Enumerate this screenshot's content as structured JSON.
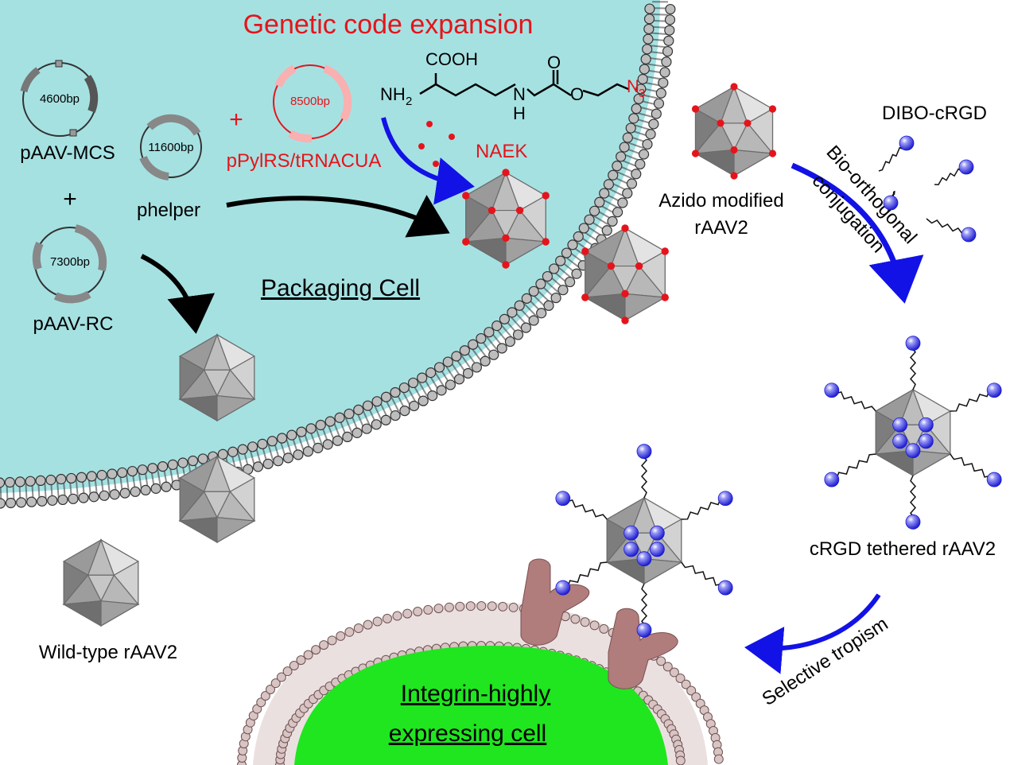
{
  "title": "Genetic code expansion",
  "plasmids": {
    "mcs": {
      "size": "4600bp",
      "name": "pAAV-MCS"
    },
    "helper": {
      "size": "11600bp",
      "name": "phelper"
    },
    "rc": {
      "size": "7300bp",
      "name": "pAAV-RC"
    },
    "pylrs": {
      "size": "8500bp",
      "name": "pPylRS/tRNACUA"
    }
  },
  "plus_signs": [
    "+",
    "+"
  ],
  "molecule": {
    "cooh": "COOH",
    "nh2": "NH",
    "nh2_sub": "2",
    "n": "N",
    "h": "H",
    "o_top": "O",
    "o_ester": "O",
    "n3": "N",
    "n3_sub": "3"
  },
  "naek_label": "NAEK",
  "packaging_cell_label": "Packaging Cell",
  "wild_type_label": "Wild-type rAAV2",
  "azido_label": [
    "Azido modified",
    "rAAV2"
  ],
  "dibo_label": "DIBO-cRGD",
  "bioorthogonal_label": [
    "Bio-orthogonal",
    "conjugation"
  ],
  "crgd_label": "cRGD  tethered rAAV2",
  "tropism_label": "Selective tropism",
  "target_cell_label": [
    "Integrin-highly",
    "expressing cell"
  ],
  "colors": {
    "packaging_cell": "#a6e1e2",
    "target_cell": "#1fe61f",
    "red_text": "#e5141b",
    "blue_arrow": "#1212e6",
    "receptor": "#b07c7c",
    "bead": "#3f3fe8"
  }
}
